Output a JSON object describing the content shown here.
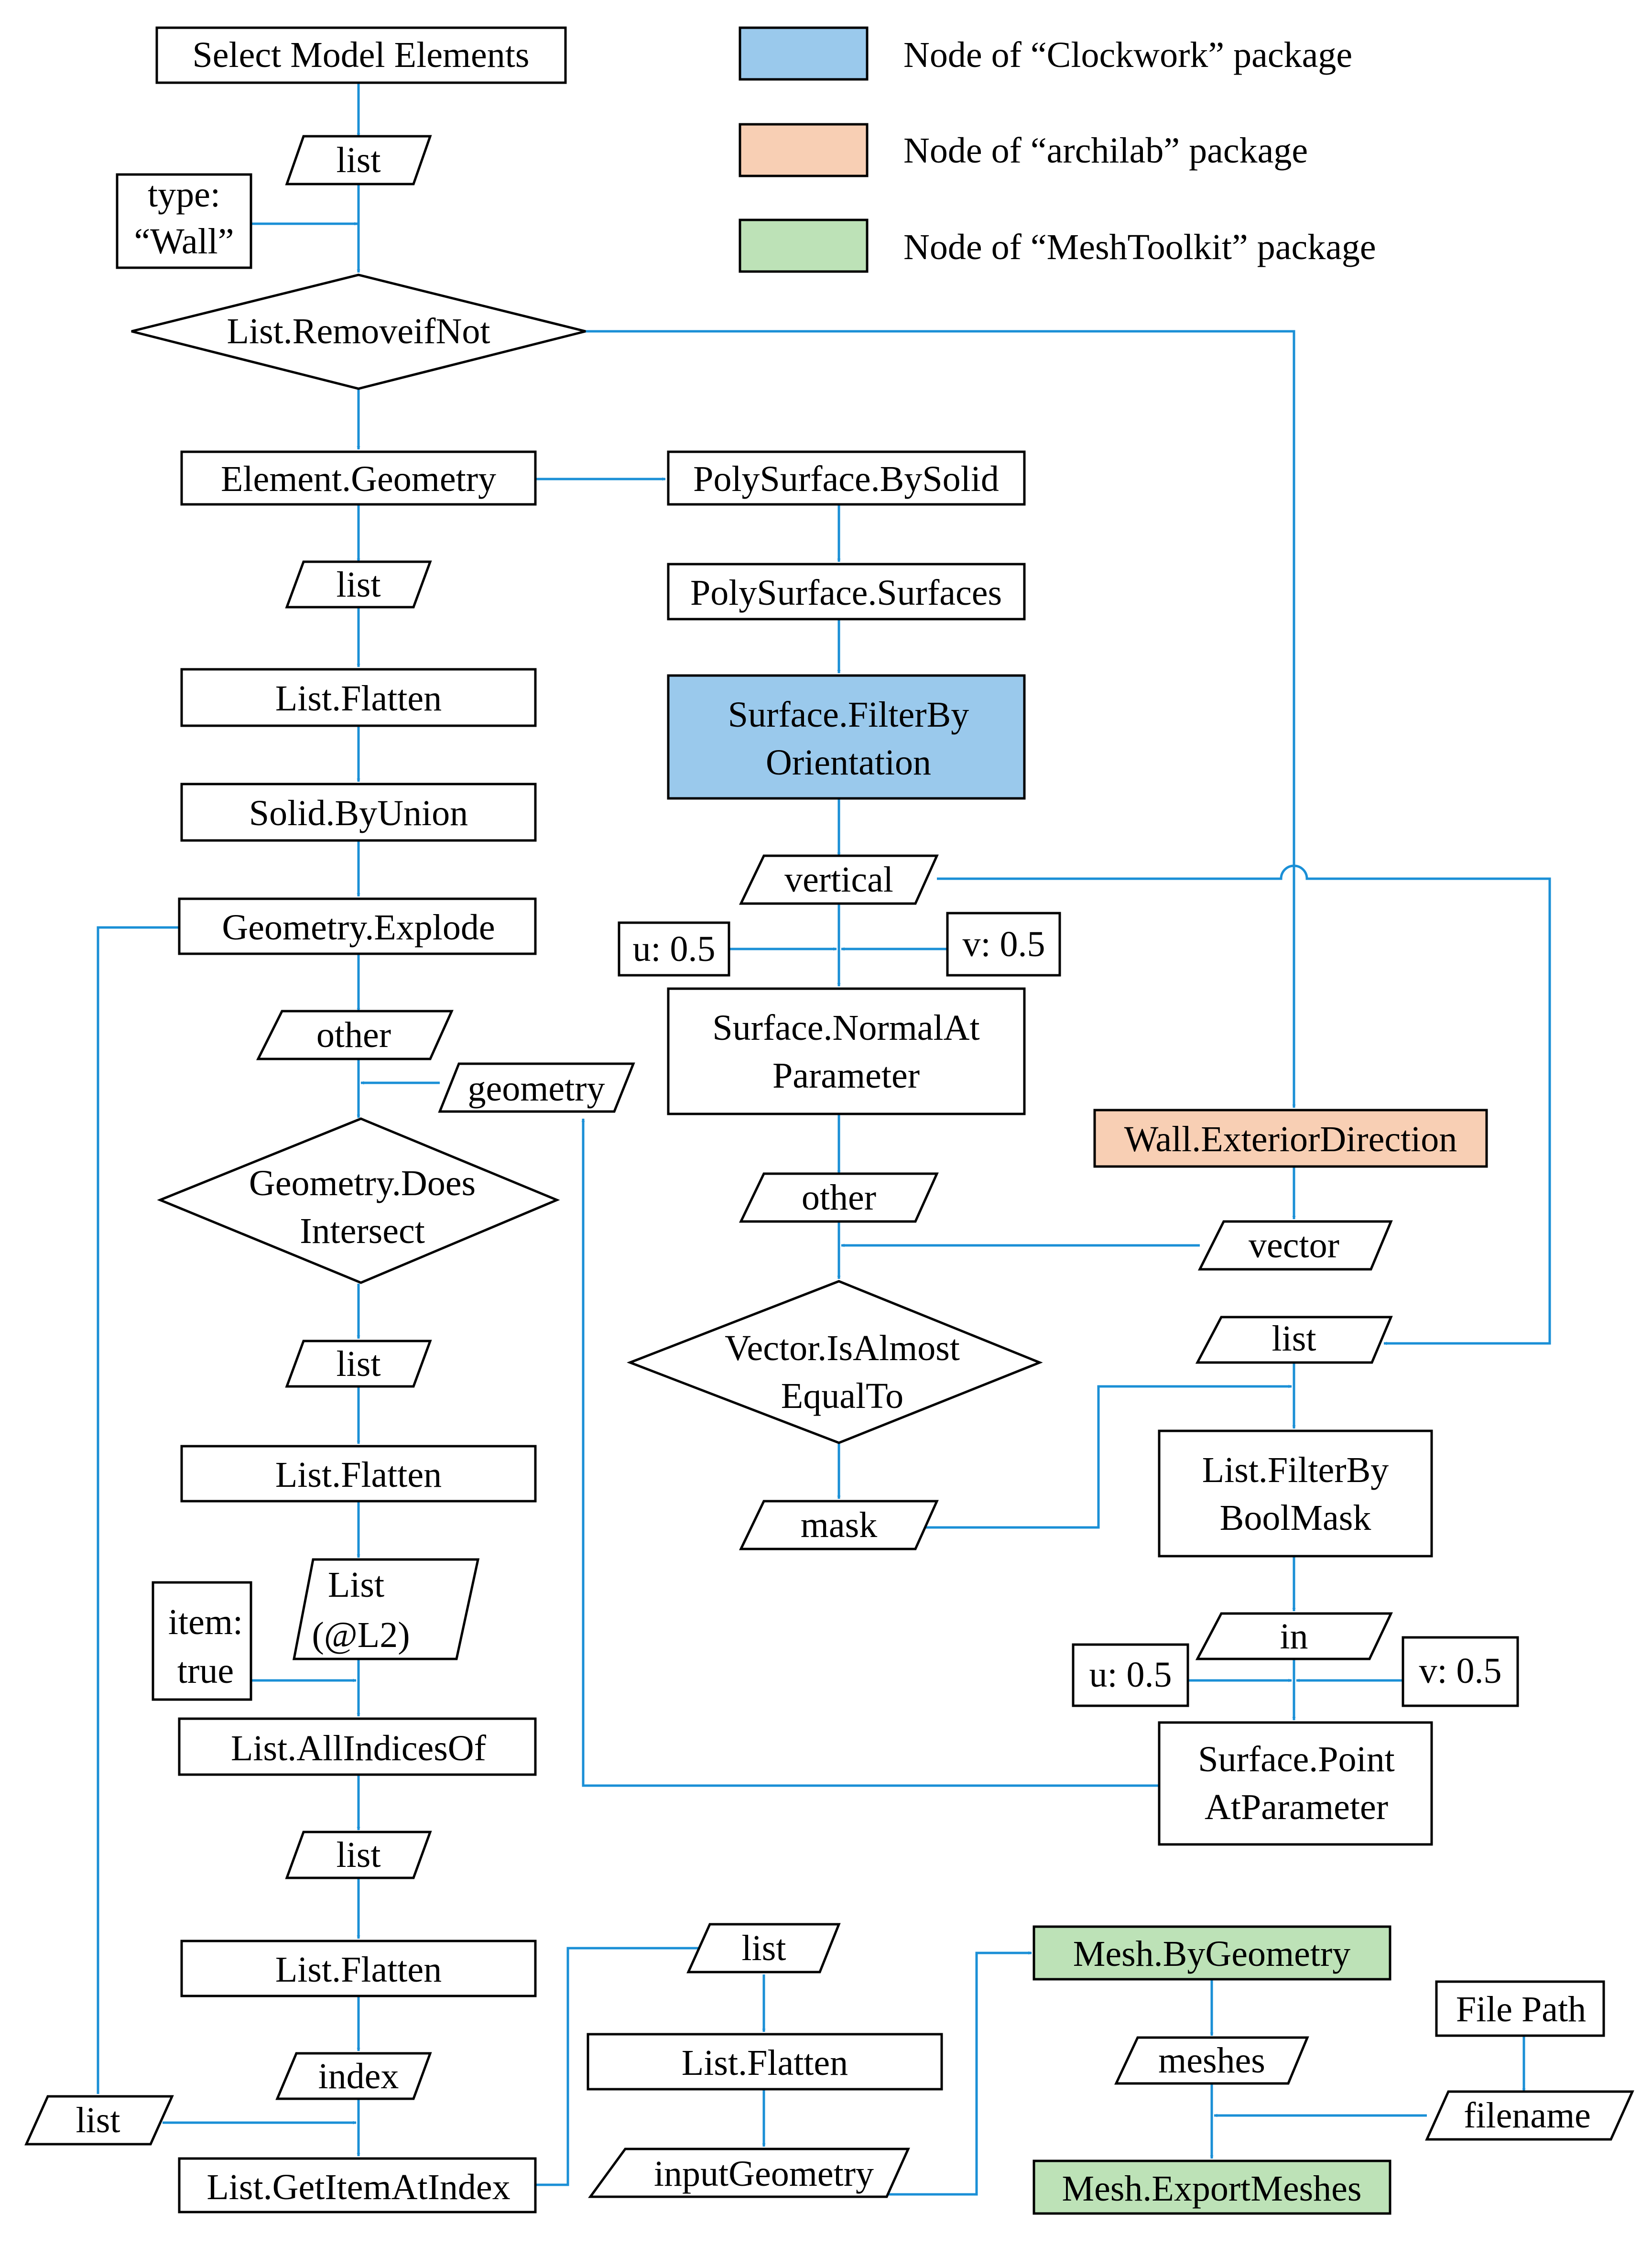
{
  "legend": [
    {
      "label": "Node of “Clockwork” package",
      "color": "#9ac9ec"
    },
    {
      "label": "Node of “archilab” package",
      "color": "#f8cfb4"
    },
    {
      "label": "Node of “MeshToolkit” package",
      "color": "#bde2b7"
    }
  ],
  "colors": {
    "edge": "#1a8fd6",
    "clockwork": "#9ac9ec",
    "archilab": "#f8cfb4",
    "meshtoolkit": "#bde2b7"
  },
  "nodes": {
    "select_model_elements": "Select Model Elements",
    "list_1": "list",
    "type_line1": "type:",
    "type_line2": "“Wall”",
    "list_removeifnot": "List.RemoveifNot",
    "element_geometry": "Element.Geometry",
    "list_2": "list",
    "list_flatten_1": "List.Flatten",
    "solid_byunion": "Solid.ByUnion",
    "geometry_explode": "Geometry.Explode",
    "other_1": "other",
    "geometry_label": "geometry",
    "geometry_doesintersect_line1": "Geometry.Does",
    "geometry_doesintersect_line2": "Intersect",
    "list_3": "list",
    "list_flatten_2": "List.Flatten",
    "list_l2_line1": "List",
    "list_l2_line2": "(@L2)",
    "item_line1": "item:",
    "item_line2": "true",
    "list_allindicesof": "List.AllIndicesOf",
    "list_4": "list",
    "list_flatten_3": "List.Flatten",
    "index": "index",
    "list_left": "list",
    "list_getitematindex": "List.GetItemAtIndex",
    "polysurface_bysolid": "PolySurface.BySolid",
    "polysurface_surfaces": "PolySurface.Surfaces",
    "surface_filterbyorientation_line1": "Surface.FilterBy",
    "surface_filterbyorientation_line2": "Orientation",
    "vertical": "vertical",
    "u_1": "u: 0.5",
    "v_1": "v: 0.5",
    "surface_normalatparameter_line1": "Surface.NormalAt",
    "surface_normalatparameter_line2": "Parameter",
    "other_2": "other",
    "vector_isalmostequalto_line1": "Vector.IsAlmost",
    "vector_isalmostequalto_line2": "EqualTo",
    "mask": "mask",
    "wall_exteriordirection": "Wall.ExteriorDirection",
    "vector": "vector",
    "list_5": "list",
    "list_filterbyboolmask_line1": "List.FilterBy",
    "list_filterbyboolmask_line2": "BoolMask",
    "in": "in",
    "u_2": "u: 0.5",
    "v_2": "v: 0.5",
    "surface_pointatparameter_line1": "Surface.Point",
    "surface_pointatparameter_line2": "AtParameter",
    "list_6": "list",
    "list_flatten_4": "List.Flatten",
    "inputgeometry": "inputGeometry",
    "mesh_bygeometry": "Mesh.ByGeometry",
    "meshes": "meshes",
    "file_path": "File Path",
    "filename": "filename",
    "mesh_exportmeshes": "Mesh.ExportMeshes"
  }
}
